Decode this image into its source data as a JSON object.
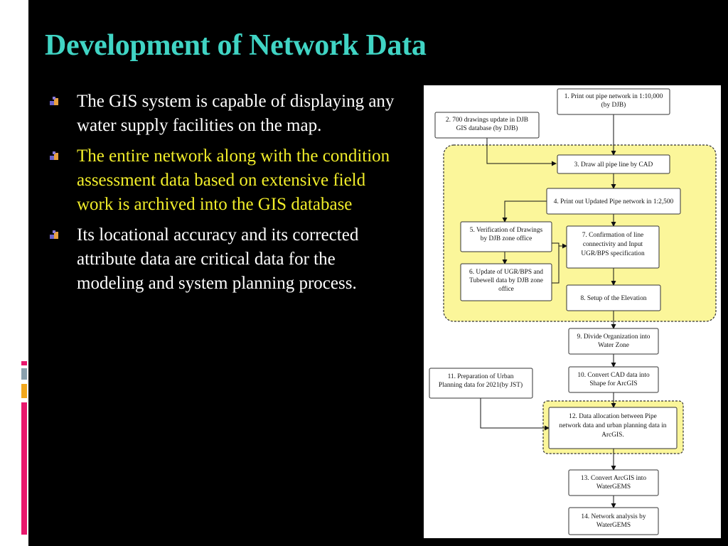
{
  "slide": {
    "title": "Development of Network Data",
    "bullets": [
      {
        "text": "The GIS system is capable of displaying any water supply facilities on the map.",
        "highlight": false
      },
      {
        "text": "The entire network along with the condition assessment data based on extensive field work is archived into the GIS database",
        "highlight": true
      },
      {
        "text": "Its locational accuracy and its corrected attribute data are critical data for the modeling and system planning process.",
        "highlight": false
      }
    ]
  },
  "colors": {
    "title": "#40d4c4",
    "highlight_text": "#f2ee2a",
    "body_text": "#ffffff",
    "zone_fill": "#fbf69a",
    "accent_pink": "#e8176c",
    "accent_orange": "#f2a71c"
  },
  "flowchart": {
    "step1": [
      "1. Print out pipe network in 1:10,000",
      "(by DJB)"
    ],
    "step2": [
      "2. 700 drawings update in DJB",
      "GIS database (by DJB)"
    ],
    "step3": [
      "3. Draw all pipe line by CAD"
    ],
    "step4": [
      "4. Print out Updated Pipe network in 1:2,500"
    ],
    "step5": [
      "5. Verification of Drawings",
      "by DJB zone office"
    ],
    "step6": [
      "6. Update of UGR/BPS and",
      "Tubewell data by DJB zone",
      "office"
    ],
    "step7": [
      "7. Confirmation of line",
      "connectivity and Input",
      "UGR/BPS specification"
    ],
    "step8": [
      "8. Setup of the Elevation"
    ],
    "step9": [
      "9. Divide Organization into",
      "Water Zone"
    ],
    "step10": [
      "10. Convert CAD data into",
      "Shape for ArcGIS"
    ],
    "step11": [
      "11. Preparation of Urban",
      "Planning data for 2021(by JST)"
    ],
    "step12": [
      "12. Data allocation between Pipe",
      "network data and urban planning data in",
      "ArcGIS."
    ],
    "step13": [
      "13. Convert ArcGIS into",
      "WaterGEMS"
    ],
    "step14": [
      "14. Network analysis by",
      "WaterGEMS"
    ]
  }
}
